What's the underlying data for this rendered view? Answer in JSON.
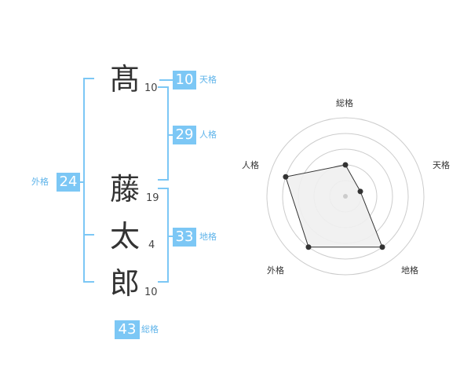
{
  "name": {
    "characters": [
      {
        "char": "髙",
        "strokes": "10"
      },
      {
        "char": "藤",
        "strokes": "19"
      },
      {
        "char": "太",
        "strokes": "4"
      },
      {
        "char": "郎",
        "strokes": "10"
      }
    ]
  },
  "fortunes": {
    "tenkaku": {
      "label": "天格",
      "value": "10"
    },
    "jinkaku": {
      "label": "人格",
      "value": "29"
    },
    "chikaku": {
      "label": "地格",
      "value": "33"
    },
    "gaikaku": {
      "label": "外格",
      "value": "24"
    },
    "soukaku": {
      "label": "総格",
      "value": "43"
    }
  },
  "radar": {
    "axes": [
      "総格",
      "天格",
      "地格",
      "外格",
      "人格"
    ],
    "values": [
      2,
      1,
      4,
      4,
      4
    ],
    "max": 5,
    "colors": {
      "grid": "#cccccc",
      "fill": "#f0f0f0",
      "line": "#333333",
      "point": "#333333",
      "center": "#cccccc"
    }
  },
  "colors": {
    "accent": "#7cc7f5",
    "accent_text": "#5fb4ea",
    "text": "#333333"
  }
}
